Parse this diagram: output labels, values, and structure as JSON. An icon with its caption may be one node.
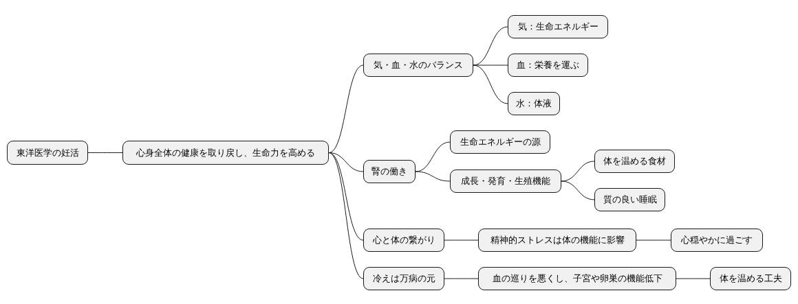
{
  "diagram": {
    "nodes": [
      {
        "text": [
          "東洋医学の妊活"
        ]
      },
      {
        "text": [
          "心身全体の健康を取り戻し、生命力を高める"
        ]
      },
      {
        "text": [
          "気・血・水のバランス"
        ]
      },
      {
        "text": [
          "気：生命エネルギー"
        ]
      },
      {
        "text": [
          "血：栄養を運ぶ"
        ]
      },
      {
        "text": [
          "水：体液"
        ]
      },
      {
        "text": [
          "腎の働き"
        ]
      },
      {
        "text": [
          "生命エネルギーの源"
        ]
      },
      {
        "text": [
          "成長・発育・生殖機能"
        ]
      },
      {
        "text": [
          "体を温める食材"
        ]
      },
      {
        "text": [
          "質の良い睡眠"
        ]
      },
      {
        "text": [
          "心と体の繋がり"
        ]
      },
      {
        "text": [
          "精神的ストレスは体の機能に影響"
        ]
      },
      {
        "text": [
          "心穏やかに過ごす"
        ]
      },
      {
        "text": [
          "冷えは万病の元"
        ]
      },
      {
        "text": [
          "血の巡りを悪くし、子宮や卵巣の機能低下"
        ]
      },
      {
        "text": [
          "体を温める工夫"
        ]
      }
    ],
    "edges": [
      {
        "from": 0,
        "to": 1,
        "arrow": "none"
      },
      {
        "from": 1,
        "to": 2,
        "arrow": "none"
      },
      {
        "from": 2,
        "to": 3,
        "arrow": "none"
      },
      {
        "from": 2,
        "to": 4,
        "arrow": "none"
      },
      {
        "from": 2,
        "to": 5,
        "arrow": "none"
      },
      {
        "from": 1,
        "to": 6,
        "arrow": "none"
      },
      {
        "from": 6,
        "to": 7,
        "arrow": "none"
      },
      {
        "from": 6,
        "to": 8,
        "arrow": "none"
      },
      {
        "from": 8,
        "to": 9,
        "arrow": "none"
      },
      {
        "from": 8,
        "to": 10,
        "arrow": "none"
      },
      {
        "from": 1,
        "to": 11,
        "arrow": "none"
      },
      {
        "from": 11,
        "to": 12,
        "arrow": "none"
      },
      {
        "from": 12,
        "to": 13,
        "arrow": "none"
      },
      {
        "from": 1,
        "to": 14,
        "arrow": "none"
      },
      {
        "from": 14,
        "to": 15,
        "arrow": "none"
      },
      {
        "from": 15,
        "to": 16,
        "arrow": "none"
      }
    ]
  }
}
